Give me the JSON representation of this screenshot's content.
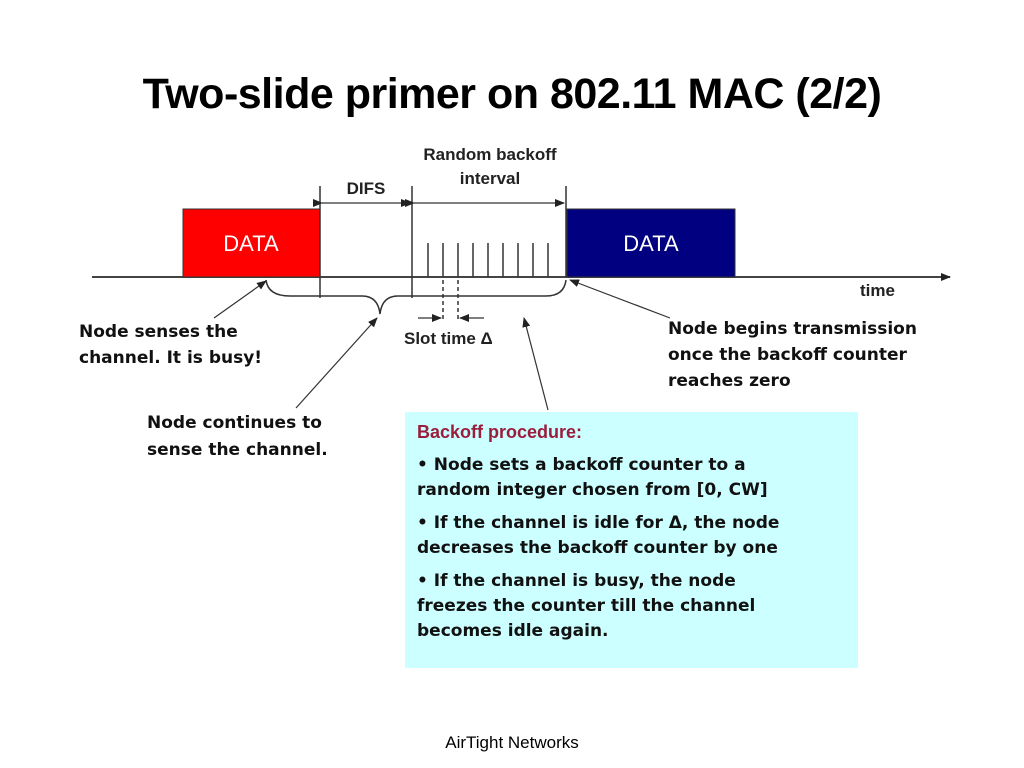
{
  "title": "Two-slide primer on 802.11 MAC (2/2)",
  "diagram": {
    "labels": {
      "difs": "DIFS",
      "random_backoff_line1": "Random backoff",
      "random_backoff_line2": "interval",
      "data_left": "DATA",
      "data_right": "DATA",
      "time": "time",
      "slot_time": "Slot time Δ"
    },
    "annotations": {
      "busy_line1": "Node senses the",
      "busy_line2": "channel. It is busy!",
      "continues_line1": "Node continues to",
      "continues_line2": "sense the channel.",
      "begins_line1": "Node begins transmission",
      "begins_line2": "once the backoff counter",
      "begins_line3": "reaches zero"
    },
    "colors": {
      "data_left": "#ff0000",
      "data_right": "#000080",
      "procedure_bg": "#ccffff",
      "procedure_heading": "#9b1d3c"
    }
  },
  "procedure": {
    "heading": "Backoff procedure:",
    "items": [
      {
        "line1": "• Node sets a backoff counter to a",
        "line2": "random integer chosen from [0, CW]"
      },
      {
        "line1": "• If the channel is idle for Δ, the node",
        "line2": "decreases the backoff counter by one"
      },
      {
        "line1": "• If the channel is busy, the node",
        "line2": "freezes the counter till the channel",
        "line3": "becomes idle again."
      }
    ]
  },
  "footer": "AirTight Networks"
}
